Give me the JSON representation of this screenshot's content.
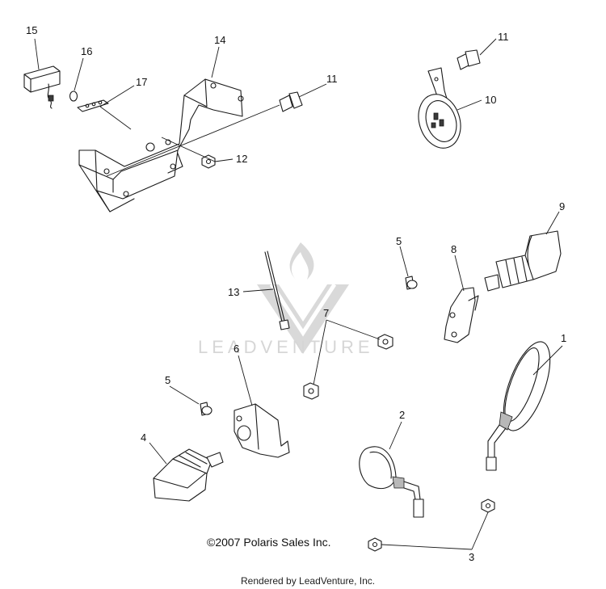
{
  "watermark": {
    "text": "LEADVENTURE"
  },
  "callouts": {
    "c1": "1",
    "c2": "2",
    "c3": "3",
    "c4": "4",
    "c5a": "5",
    "c5b": "5",
    "c6": "6",
    "c7": "7",
    "c8": "8",
    "c9": "9",
    "c10": "10",
    "c11a": "11",
    "c11b": "11",
    "c12": "12",
    "c13": "13",
    "c14": "14",
    "c15": "15",
    "c16": "16",
    "c17": "17"
  },
  "footer": {
    "copyright": "©2007 Polaris Sales Inc.",
    "rendered_by": "Rendered by LeadVenture, Inc."
  }
}
